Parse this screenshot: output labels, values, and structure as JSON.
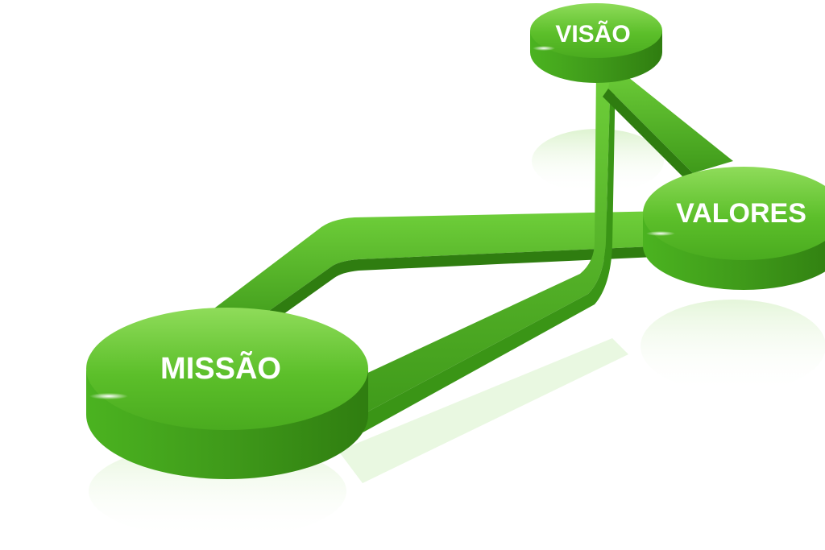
{
  "diagram": {
    "nodes": [
      {
        "id": "missao",
        "label": "MISSÃO"
      },
      {
        "id": "visao",
        "label": "VISÃO"
      },
      {
        "id": "valores",
        "label": "VALORES"
      }
    ],
    "edges": [
      {
        "from": "missao",
        "to": "visao"
      },
      {
        "from": "missao",
        "to": "valores"
      },
      {
        "from": "visao",
        "to": "valores"
      }
    ],
    "colors": {
      "top": "#5cbf2a",
      "top_light": "#8fdc5a",
      "side": "#3f9a1a",
      "side_dark": "#2f7d10",
      "connector": "#4aa820",
      "reflection": "#cdeebb",
      "label": "#ffffff"
    }
  }
}
